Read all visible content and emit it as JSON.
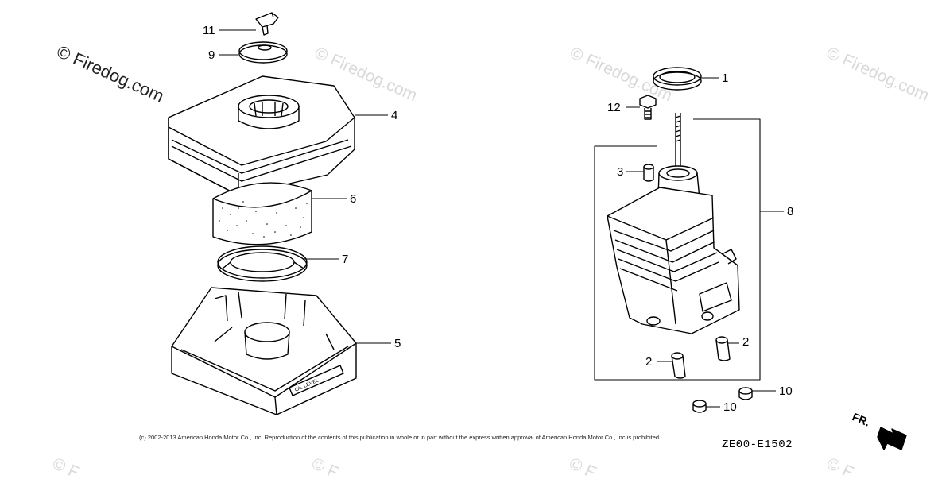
{
  "watermark": {
    "main": "© Firedog.com",
    "faint": "© Firedog.com",
    "corner": "© F"
  },
  "callouts": {
    "c1": "1",
    "c2a": "2",
    "c2b": "2",
    "c3": "3",
    "c4": "4",
    "c5": "5",
    "c6": "6",
    "c7": "7",
    "c8": "8",
    "c9": "9",
    "c10a": "10",
    "c10b": "10",
    "c11": "11",
    "c12": "12"
  },
  "part_labels": {
    "oil_level": "OIL LEVEL"
  },
  "copyright": "(c) 2002-2013 American Honda Motor Co., Inc. Reproduction of the contents of this publication in whole or in part without the express written approval of American Honda Motor Co., Inc is prohibited.",
  "diagram_code": "ZE00-E1502",
  "direction_label": "FR."
}
